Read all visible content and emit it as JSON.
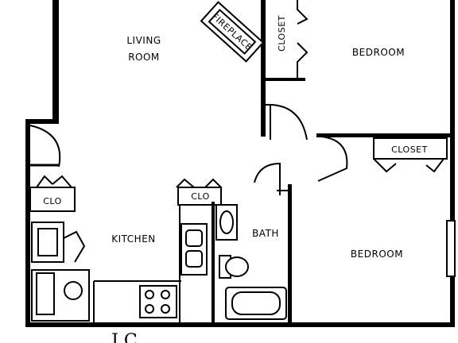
{
  "rooms": {
    "living_room_line1": "LIVING",
    "living_room_line2": "ROOM",
    "bedroom_top": "BEDROOM",
    "bedroom_bottom": "BEDROOM",
    "kitchen": "KITCHEN",
    "bath": "BATH"
  },
  "closets": {
    "closet_vertical": "CLOSET",
    "closet_right": "CLOSET",
    "clo_left": "CLO",
    "clo_kitchen": "CLO"
  },
  "fixtures": {
    "fireplace": "FIREPLACE"
  },
  "caption": {
    "partial_title": "J                C"
  }
}
